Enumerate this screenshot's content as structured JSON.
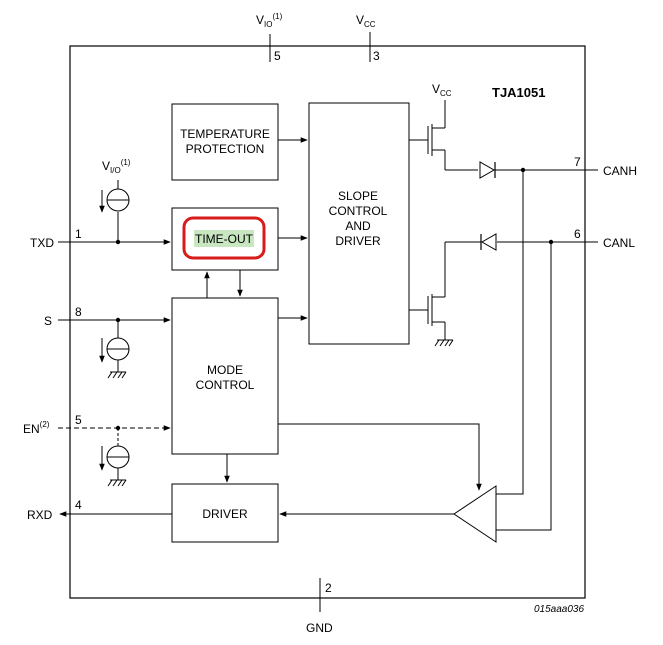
{
  "chip": {
    "name": "TJA1051",
    "figure_ref": "015aaa036"
  },
  "top_pins": {
    "vio": {
      "main": "V",
      "sub": "IO",
      "sup": "(1)",
      "number": "5"
    },
    "vcc": {
      "main": "V",
      "sub": "CC",
      "number": "3"
    }
  },
  "gnd": {
    "label": "GND",
    "number": "2"
  },
  "blocks": {
    "temperature": {
      "line1": "TEMPERATURE",
      "line2": "PROTECTION"
    },
    "timeout": {
      "label": "TIME-OUT"
    },
    "slope": {
      "line1": "SLOPE",
      "line2": "CONTROL",
      "line3": "AND",
      "line4": "DRIVER"
    },
    "mode": {
      "line1": "MODE",
      "line2": "CONTROL"
    },
    "driver": {
      "label": "DRIVER"
    }
  },
  "inner_vcc": {
    "main": "V",
    "sub": "CC"
  },
  "inner_vio": {
    "main": "V",
    "sub": "I/O",
    "sup": "(1)"
  },
  "left_pins": {
    "txd": {
      "label": "TXD",
      "number": "1"
    },
    "s": {
      "label": "S",
      "number": "8"
    },
    "en": {
      "label": "EN",
      "sup": "(2)",
      "number": "5"
    },
    "rxd": {
      "label": "RXD",
      "number": "4"
    }
  },
  "right_pins": {
    "canh": {
      "label": "CANH",
      "number": "7"
    },
    "canl": {
      "label": "CANL",
      "number": "6"
    }
  },
  "colors": {
    "highlight_fill": "#c8e6c0",
    "highlight_stroke": "#d81b1b"
  }
}
